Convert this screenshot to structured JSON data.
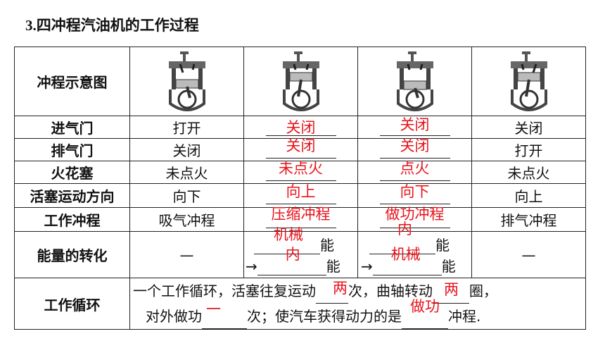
{
  "title": {
    "num": "3.",
    "text": "四冲程汽油机的工作过程"
  },
  "rows": {
    "diagram_label": "冲程示意图",
    "intake_label": "进气门",
    "exhaust_label": "排气门",
    "spark_label": "火花塞",
    "piston_label": "活塞运动方向",
    "stroke_label": "工作冲程",
    "energy_label": "能量的转化",
    "cycle_label": "工作循环"
  },
  "columns": [
    {
      "intake": "打开",
      "exhaust": "关闭",
      "spark": "未点火",
      "piston": "向下",
      "stroke": "吸气冲程",
      "energy": "—"
    },
    {
      "intake": "关闭",
      "exhaust": "关闭",
      "spark": "未点火",
      "piston": "向上",
      "stroke": "压缩冲程",
      "energy_from": "机械",
      "energy_to": "内"
    },
    {
      "intake": "关闭",
      "exhaust": "关闭",
      "spark": "点火",
      "piston": "向下",
      "stroke": "做功冲程",
      "energy_from": "内",
      "energy_to": "机械"
    },
    {
      "intake": "关闭",
      "exhaust": "打开",
      "spark": "未点火",
      "piston": "向上",
      "stroke": "排气冲程",
      "energy": "—"
    }
  ],
  "energy_text": {
    "neng": "能",
    "arrow": "→"
  },
  "cycle": {
    "part1": "一个工作循环，活塞往复运动",
    "part2": "次，曲轴转动",
    "part3": "圈，",
    "part4": "对外做功",
    "part5": "次；使汽车获得动力的是",
    "part6": "冲程.",
    "ans_piston": "两",
    "ans_crank": "两",
    "ans_work": "一",
    "ans_stroke": "做功"
  }
}
